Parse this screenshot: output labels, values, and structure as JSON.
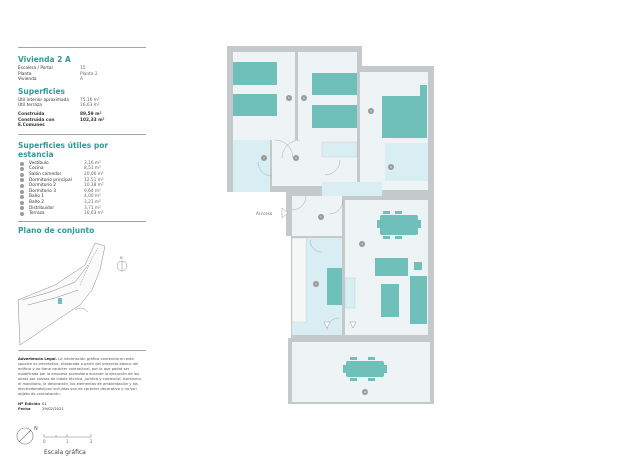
{
  "unit": {
    "title": "Vivienda 2 A",
    "details": [
      {
        "label": "Escalera / Portal",
        "value": "15"
      },
      {
        "label": "Planta",
        "value": "Planta 2"
      },
      {
        "label": "Vivienda",
        "value": "A"
      }
    ]
  },
  "surfaces": {
    "title": "Superficies",
    "useful": [
      {
        "label": "Útil interior aproximada",
        "value": "75,16 m²"
      },
      {
        "label": "Útil terraza",
        "value": "16,63 m²"
      }
    ],
    "built": [
      {
        "label": "Construida",
        "value": "89,59 m²"
      },
      {
        "label": "Construida con E.Comunes",
        "value": "102,33 m²"
      }
    ]
  },
  "rooms": {
    "title": "Superficies útiles por estancia",
    "items": [
      {
        "label": "Vestíbulo",
        "value": "3,16 m²"
      },
      {
        "label": "Cocina",
        "value": "8,51 m²"
      },
      {
        "label": "Salón comedor",
        "value": "20,06 m²"
      },
      {
        "label": "Dormitorio principal",
        "value": "12,51 m²"
      },
      {
        "label": "Dormitorio 2",
        "value": "10,38 m²"
      },
      {
        "label": "Dormitorio 3",
        "value": "9,64 m²"
      },
      {
        "label": "Baño 1",
        "value": "4,00 m²"
      },
      {
        "label": "Baño 2",
        "value": "3,21 m²"
      },
      {
        "label": "Distribuidor",
        "value": "3,71 m²"
      },
      {
        "label": "Terraza",
        "value": "16,63 m²"
      }
    ]
  },
  "site_plan": {
    "title": "Plano de conjunto",
    "north": "N"
  },
  "legal": {
    "title": "Advertencia Legal.",
    "text": "La información gráfica contenida en este soporte es orientativa, elaborada a partir del proyecto básico del edificio y no tiene carácter contractual, por lo que podrá ser modificada por la empresa promotora durante la ejecución de las obras por causas de índole técnica, jurídica y comercial. Asimismo, el mobiliario, la decoración, los elementos de ambientación y los electrodomésticos incluidos son de carácter decorativo y no son objeto de contratación."
  },
  "edition": [
    {
      "label": "Nº Edición",
      "value": "01"
    },
    {
      "label": "Fecha",
      "value": "29/02/2021"
    }
  ],
  "scale": {
    "north": "N",
    "ticks": [
      "0",
      "1",
      "2"
    ],
    "label": "Escala gráfica"
  },
  "plan": {
    "access_label": "Accceso",
    "room_numbers": [
      "1",
      "2",
      "3",
      "4",
      "5",
      "6",
      "7",
      "8",
      "9",
      "10"
    ],
    "colors": {
      "furniture": "#6fbfbb",
      "wet_area": "#d8eef2",
      "floor": "#eef3f5",
      "wall": "#c4c9cb",
      "accent": "#2e9a98"
    }
  }
}
